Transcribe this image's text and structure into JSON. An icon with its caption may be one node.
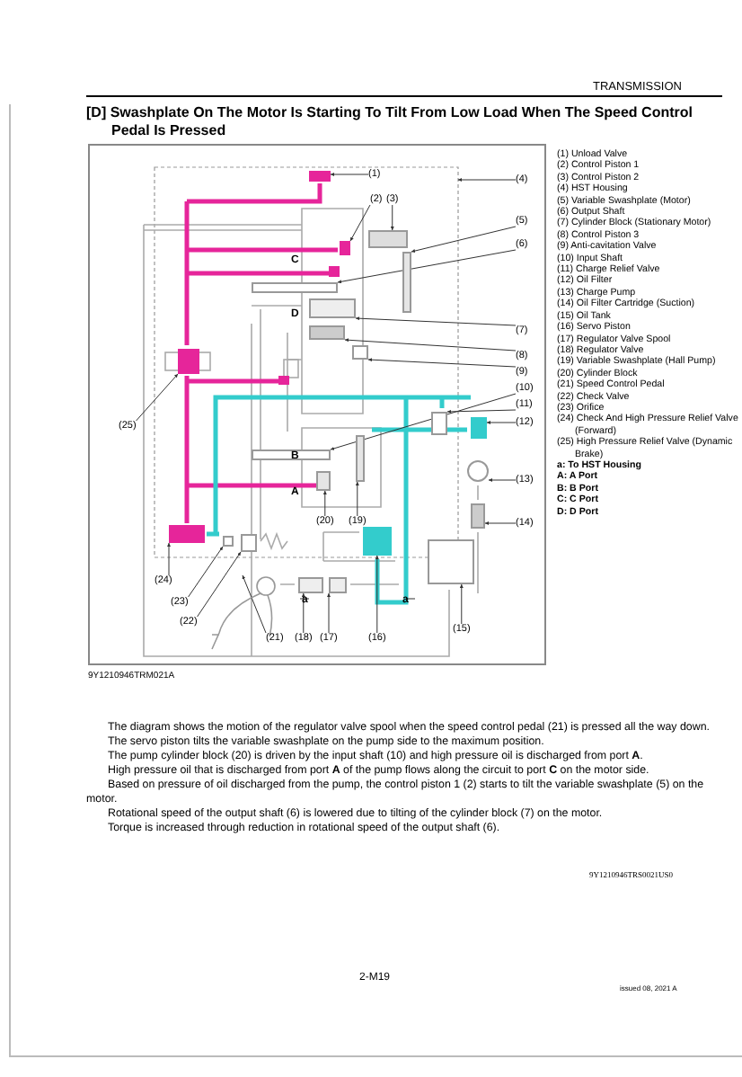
{
  "diagram": {
    "title": "[D] Swashplate On The Motor Is Starting To Tilt From Low Load When The Speed Control Pedal Is Pressed",
    "nodes": [
      {
        "text": [
          "(1)"
        ]
      },
      {
        "text": [
          "(2)"
        ]
      },
      {
        "text": [
          "(3)"
        ]
      },
      {
        "text": [
          "(4)"
        ]
      },
      {
        "text": [
          "(5)"
        ]
      },
      {
        "text": [
          "(6)"
        ]
      },
      {
        "text": [
          "(7)"
        ]
      },
      {
        "text": [
          "(8)"
        ]
      },
      {
        "text": [
          "(9)"
        ]
      },
      {
        "text": [
          "(10)"
        ]
      },
      {
        "text": [
          "(11)"
        ]
      },
      {
        "text": [
          "(12)"
        ]
      },
      {
        "text": [
          "(13)"
        ]
      },
      {
        "text": [
          "(14)"
        ]
      },
      {
        "text": [
          "(15)"
        ]
      },
      {
        "text": [
          "(16)"
        ]
      },
      {
        "text": [
          "(17)"
        ]
      },
      {
        "text": [
          "(18)"
        ]
      },
      {
        "text": [
          "(19)"
        ]
      },
      {
        "text": [
          "(20)"
        ]
      },
      {
        "text": [
          "(21)"
        ]
      },
      {
        "text": [
          "(22)"
        ]
      },
      {
        "text": [
          "(23)"
        ]
      },
      {
        "text": [
          "(24)"
        ]
      },
      {
        "text": [
          "(25)"
        ]
      },
      {
        "text": [],
        "shape": "box"
      },
      {
        "text": [],
        "shape": "box"
      },
      {
        "text": [],
        "shape": "box"
      },
      {
        "text": [],
        "shape": "bar"
      },
      {
        "text": [],
        "shape": "bar"
      },
      {
        "text": [],
        "shape": "box"
      },
      {
        "text": [],
        "shape": "box"
      },
      {
        "text": [],
        "shape": "box"
      },
      {
        "text": [],
        "shape": "bar"
      },
      {
        "text": [],
        "shape": "box"
      },
      {
        "text": [],
        "shape": "box"
      },
      {
        "text": [],
        "shape": "circle"
      },
      {
        "text": [],
        "shape": "box"
      },
      {
        "text": [],
        "shape": "box"
      },
      {
        "text": [],
        "shape": "box"
      },
      {
        "text": [],
        "shape": "box"
      },
      {
        "text": [],
        "shape": "box"
      },
      {
        "text": [],
        "shape": "bar"
      },
      {
        "text": [],
        "shape": "box"
      },
      {
        "text": [],
        "shape": "picture"
      },
      {
        "text": [],
        "shape": "box"
      },
      {
        "text": [],
        "shape": "box"
      },
      {
        "text": [],
        "shape": "box"
      },
      {
        "text": [],
        "shape": "box"
      }
    ],
    "edges": [
      {
        "from": 0,
        "to": 25,
        "arrow": "to"
      },
      {
        "from": 1,
        "to": 26,
        "arrow": "to"
      },
      {
        "from": 2,
        "to": 27,
        "arrow": "to"
      },
      {
        "from": 3,
        "to": null,
        "arrow": "to"
      },
      {
        "from": 4,
        "to": 28,
        "arrow": "to"
      },
      {
        "from": 5,
        "to": 29,
        "arrow": "to"
      },
      {
        "from": 6,
        "to": 30,
        "arrow": "to"
      },
      {
        "from": 7,
        "to": 31,
        "arrow": "to"
      },
      {
        "from": 8,
        "to": 32,
        "arrow": "to"
      },
      {
        "from": 9,
        "to": 33,
        "arrow": "to"
      },
      {
        "from": 10,
        "to": 34,
        "arrow": "to"
      },
      {
        "from": 11,
        "to": 35,
        "arrow": "to"
      },
      {
        "from": 12,
        "to": 36,
        "arrow": "to"
      },
      {
        "from": 13,
        "to": 37,
        "arrow": "to"
      },
      {
        "from": 14,
        "to": 38,
        "arrow": "to"
      },
      {
        "from": 15,
        "to": 39,
        "arrow": "to"
      },
      {
        "from": 16,
        "to": 40,
        "arrow": "to"
      },
      {
        "from": 17,
        "to": 41,
        "arrow": "to"
      },
      {
        "from": 18,
        "to": 42,
        "arrow": "to"
      },
      {
        "from": 19,
        "to": 43,
        "arrow": "to"
      },
      {
        "from": 20,
        "to": 44,
        "arrow": "to"
      },
      {
        "from": 21,
        "to": 45,
        "arrow": "to"
      },
      {
        "from": 22,
        "to": 46,
        "arrow": "to"
      },
      {
        "from": 23,
        "to": 47,
        "arrow": "to"
      },
      {
        "from": 24,
        "to": 48,
        "arrow": "to"
      }
    ],
    "labels": [
      "TRANSMISSION",
      "C",
      "D",
      "B",
      "A",
      "a",
      "a",
      "9Y1210946TRM021A",
      "(1) Unload Valve",
      "(2) Control Piston 1",
      "(3) Control Piston 2",
      "(4) HST Housing",
      "(5) Variable Swashplate (Motor)",
      "(6) Output Shaft",
      "(7) Cylinder Block (Stationary Motor)",
      "(8) Control Piston 3",
      "(9) Anti-cavitation Valve",
      "(10) Input Shaft",
      "(11) Charge Relief Valve",
      "(12) Oil Filter",
      "(13) Charge Pump",
      "(14) Oil Filter Cartridge (Suction)",
      "(15) Oil Tank",
      "(16) Servo Piston",
      "(17) Regulator Valve Spool",
      "(18) Regulator Valve",
      "(19) Variable Swashplate (Hall Pump)",
      "(20) Cylinder Block",
      "(21) Speed Control Pedal",
      "(22) Check Valve",
      "(23) Orifice",
      "(24) Check And High Pressure Relief Valve (Forward)",
      "(25) High Pressure Relief Valve (Dynamic Brake)",
      "a: To HST Housing",
      "A: A Port",
      "B: B Port",
      "C: C Port",
      "D: D Port",
      "The diagram shows the motion of the regulator valve spool when the speed control pedal (21) is pressed all the way down.",
      "The servo piston tilts the variable swashplate on the pump side to the maximum position.",
      "The pump cylinder block (20) is driven by the input shaft (10) and high pressure oil is discharged from port **A**.",
      "High pressure oil that is discharged from port **A** of the pump flows along the circuit to port **C** on the motor side.",
      "Based on pressure of oil discharged from the pump, the control piston 1 (2) starts to tilt the variable swashplate (5) on the motor.",
      "Rotational speed of the output shaft (6) is lowered due to tilting of the cylinder block (7) on the motor.",
      "Torque is increased through reduction in rotational speed of the output shaft (6).",
      "9Y1210946TRS0021US0",
      "2-M19",
      "issued 08, 2021 A"
    ]
  }
}
